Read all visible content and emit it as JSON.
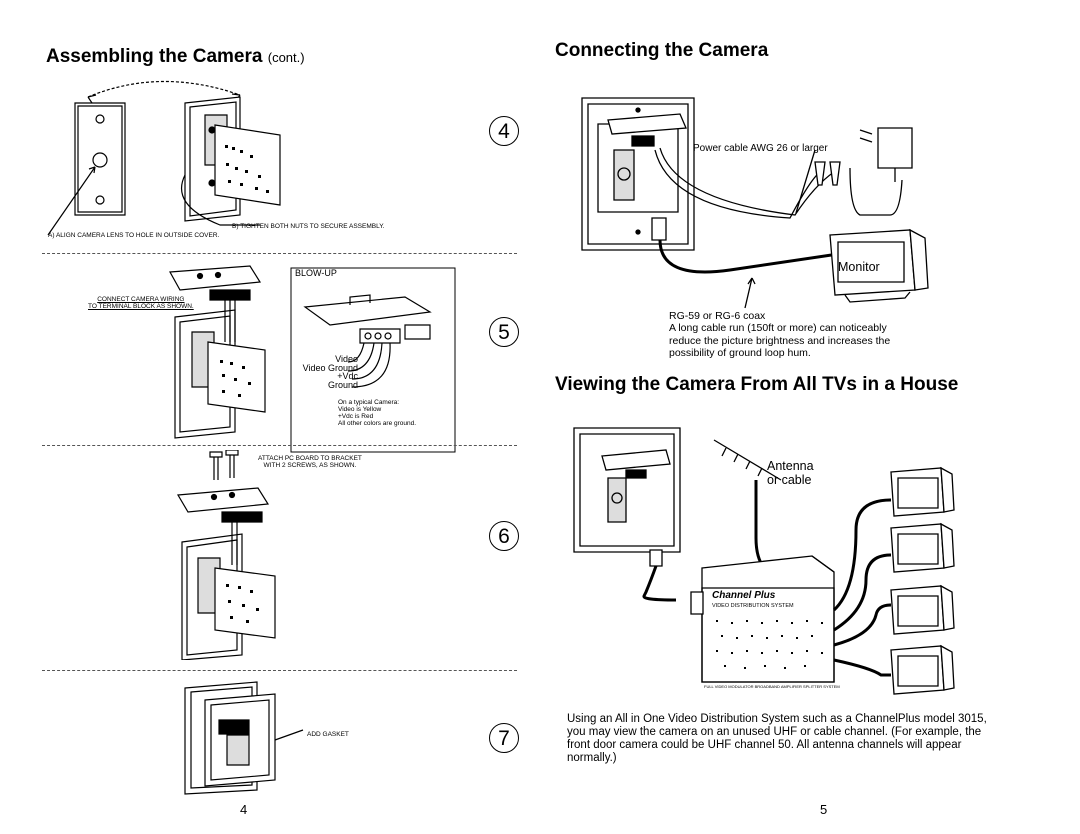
{
  "left_page": {
    "title": "Assembling the Camera",
    "title_suffix": "(cont.)",
    "step4": {
      "number": "4",
      "note_a": "A) ALIGN CAMERA LENS TO HOLE IN OUTSIDE COVER.",
      "note_b": "B) TIGHTEN BOTH NUTS TO SECURE ASSEMBLY."
    },
    "step5": {
      "number": "5",
      "connect_line1": "CONNECT CAMERA WIRING",
      "connect_line2": "TO TERMINAL  BLOCK AS SHOWN.",
      "blowup_title": "BLOW-UP",
      "wire_labels": [
        "Video",
        "Video Ground",
        "+Vdc",
        "Ground"
      ],
      "camera_note": [
        "On a typical Camera:",
        "Video is Yellow",
        "+Vdc is Red",
        "All other colors are ground."
      ]
    },
    "step6": {
      "number": "6",
      "note_line1": "ATTACH PC BOARD TO BRACKET",
      "note_line2": "WITH 2 SCREWS, AS SHOWN."
    },
    "step7": {
      "number": "7",
      "note": "ADD GASKET"
    },
    "page_number": "4"
  },
  "right_page": {
    "connect_title": "Connecting the Camera",
    "power_cable_label": "Power cable AWG 26 or larger",
    "monitor_label": "Monitor",
    "coax_title": "RG-59 or RG-6 coax",
    "coax_note": "A long cable run (150ft or more) can noticeably reduce the picture brightness and increases the possibility of ground loop hum.",
    "viewing_title": "Viewing the Camera From All TVs in a House",
    "antenna_line1": "Antenna",
    "antenna_line2": "or cable",
    "brand": "Channel Plus",
    "brand_sub": "VIDEO DISTRIBUTION SYSTEM",
    "device_footer": "FULL VIDEO MODULATOR  BROADBAND AMPLIFIER  SPLITTER SYSTEM",
    "paragraph": "Using an All in One Video Distribution System such as a ChannelPlus model 3015, you may view the camera on an unused UHF or cable channel. (For example, the front door camera could be UHF channel 50. All antenna channels will appear normally.)",
    "page_number": "5"
  },
  "colors": {
    "ink": "#000000",
    "dash": "#555555",
    "paper": "#ffffff"
  }
}
